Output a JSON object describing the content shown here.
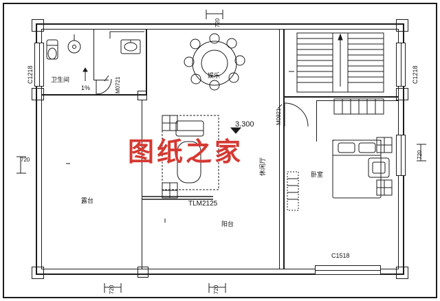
{
  "drawing": {
    "type": "architectural-floor-plan",
    "title_watermark": "图纸之家",
    "level_marker": "3.300",
    "rooms": [
      {
        "name": "卫生间",
        "id": "bathroom"
      },
      {
        "name": "娱乐",
        "id": "entertainment-table"
      },
      {
        "name": "露台",
        "id": "terrace"
      },
      {
        "name": "休闲厅",
        "id": "lounge"
      },
      {
        "name": "阳台",
        "id": "balcony"
      },
      {
        "name": "卧室",
        "id": "bedroom"
      }
    ],
    "windows": [
      {
        "tag": "C1218",
        "side": "left"
      },
      {
        "tag": "C1218",
        "side": "right"
      },
      {
        "tag": "C1518",
        "side": "bottom-right"
      }
    ],
    "doors": [
      {
        "tag": "M0721",
        "id": "bathroom-door"
      },
      {
        "tag": "M0921",
        "id": "bedroom-door"
      }
    ],
    "sliding_door": {
      "tag": "TLM2125"
    },
    "slope_note": "1%",
    "dimensions": {
      "top": [
        "720"
      ],
      "left": [
        "720"
      ],
      "right": [
        "720"
      ],
      "bottom": [
        "720",
        "720"
      ]
    }
  }
}
